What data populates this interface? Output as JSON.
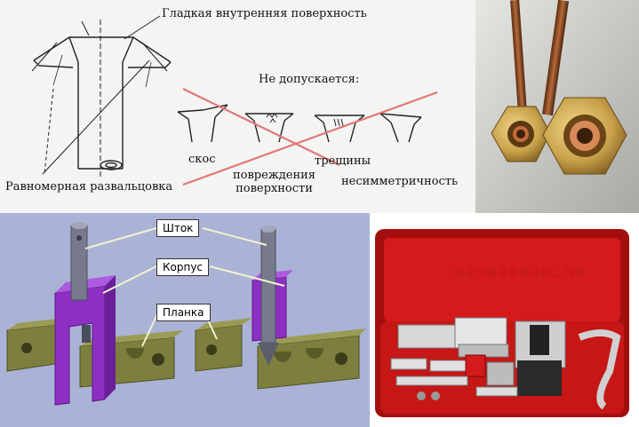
{
  "diagram": {
    "inner_surface_label": "Гладкая внутренняя поверхность",
    "uniform_flare_label": "Равномерная развальцовка",
    "not_allowed_label": "Не допускается:",
    "defects": {
      "bevel": "скос",
      "surface_damage_line1": "повреждения",
      "surface_damage_line2": "поверхности",
      "cracks": "трещины",
      "asymmetry": "несимметричность"
    }
  },
  "model": {
    "rod_label": "Шток",
    "body_label": "Корпус",
    "bar_label": "Планка"
  },
  "kit": {
    "brand": "ROTHENBERGER"
  },
  "colors": {
    "cross": "#e07878",
    "body_purple": "#8e2fc4",
    "bar_olive": "#7d7f3e",
    "case_red": "#d41a1a",
    "brass": "#c9a24a",
    "copper": "#8a4a22"
  }
}
